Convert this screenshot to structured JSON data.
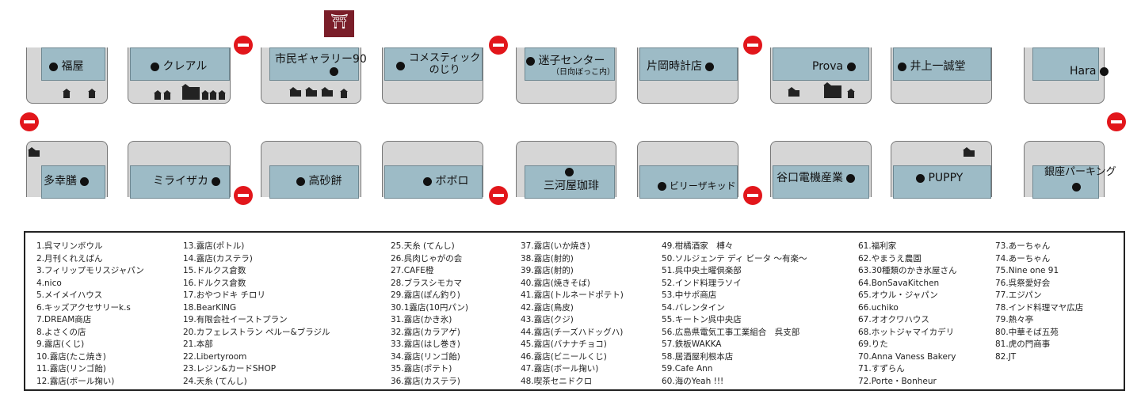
{
  "map": {
    "top_row": [
      {
        "name": "福屋"
      },
      {
        "name": "クレアル"
      },
      {
        "name": "市民ギャラリー90"
      },
      {
        "name": "コメスティック\nのじり"
      },
      {
        "name": "迷子センター",
        "sub": "（日向ぼっこ内）"
      },
      {
        "name": "片岡時計店"
      },
      {
        "name": "Prova"
      },
      {
        "name": "井上一誠堂"
      },
      {
        "name": "Hara"
      }
    ],
    "bottom_row": [
      {
        "name": "多幸膳"
      },
      {
        "name": "ミライザカ"
      },
      {
        "name": "高砂餅"
      },
      {
        "name": "ボボロ"
      },
      {
        "name": "三河屋珈琲"
      },
      {
        "name": "ビリーザキッド"
      },
      {
        "name": "谷口電機産業"
      },
      {
        "name": "PUPPY"
      },
      {
        "name": "銀座パーキング"
      }
    ],
    "colors": {
      "building": "#9dbbc6",
      "block": "#d6d6d6",
      "no_entry": "#e2161b",
      "shrine": "#7a1e29"
    },
    "icons": [
      "no-entry-sign-icon",
      "shrine-marker-icon",
      "stall-tent-icon",
      "kitchen-car-icon",
      "stage-icon"
    ]
  },
  "legend": {
    "columns": [
      [
        "1.呉マリンボウル",
        "2.月刊くれえばん",
        "3.フィリップモリスジャパン",
        "4.nico",
        "5.メイメイハウス",
        "6.キッズアクセサリーk.s",
        "7.DREAM商店",
        "8.よさくの店",
        "9.露店(くじ)",
        "10.露店(たこ焼き)",
        "11.露店(リンゴ飴)",
        "12.露店(ボール掬い)"
      ],
      [
        "13.露店(ポトル)",
        "14.露店(カステラ)",
        "15.ドルクス倉数",
        "16.ドルクス倉数",
        "17.おやつドキ チロリ",
        "18.BearKING",
        "19.有限会社イーストプラン",
        "20.カフェレストラン ペルー&ブラジル",
        "21.本部",
        "22.Libertyroom",
        "23.レジン&カードSHOP",
        "24.天糸 (てんし)"
      ],
      [
        "25.天糸 (てんし)",
        "26.呉肉じゃがの会",
        "27.CAFE橙",
        "28.ブラスシモカマ",
        "29.露店(ぽん釣り)",
        "30.1露店(10円パン)",
        "31.露店(かき氷)",
        "32.露店(カラアゲ)",
        "33.露店(はし巻き)",
        "34.露店(リンゴ飴)",
        "35.露店(ポテト)",
        "36.露店(カステラ)"
      ],
      [
        "37.露店(いか焼き)",
        "38.露店(射的)",
        "39.露店(射的)",
        "40.露店(焼きそば)",
        "41.露店(トルネードポテト)",
        "42.露店(鳥皮)",
        "43.露店(クジ)",
        "44.露店(チーズハドッグハ)",
        "45.露店(バナナチョコ)",
        "46.露店(ビニールくじ)",
        "47.露店(ボール掬い)",
        "48.喫茶セニドクロ"
      ],
      [
        "49.柑橘酒家　榑々",
        "50.ソルジェンテ ディ ビータ ～有楽～",
        "51.呉中央土曜倶楽部",
        "52.インド料理ラソイ",
        "53.中サポ商店",
        "54.バレンタイン",
        "55.キートン呉中央店",
        "56.広島県電気工事工業組合　呉支部",
        "57.鉄板WAKKA",
        "58.居酒屋利根本店",
        "59.Cafe Ann",
        "60.海のYeah !!!"
      ],
      [
        "61.福利家",
        "62.やまうえ農園",
        "63.30種類のかき氷屋さん",
        "64.BonSavaKitchen",
        "65.オウル・ジャパン",
        "66.uchiko",
        "67.オオクワハウス",
        "68.ホットジャマイカデリ",
        "69.りた",
        "70.Anna Vaness Bakery",
        "71.すずらん",
        "72.Porte・Bonheur"
      ],
      [
        "73.あーちゃん",
        "74.あーちゃん",
        "75.Nine one 91",
        "76.呉祭愛好会",
        "77.エジパン",
        "78.インド料理マヤ広店",
        "79.熱々亭",
        "80.中華そば五苑",
        "81.虎の門商事",
        "82.JT"
      ]
    ]
  }
}
